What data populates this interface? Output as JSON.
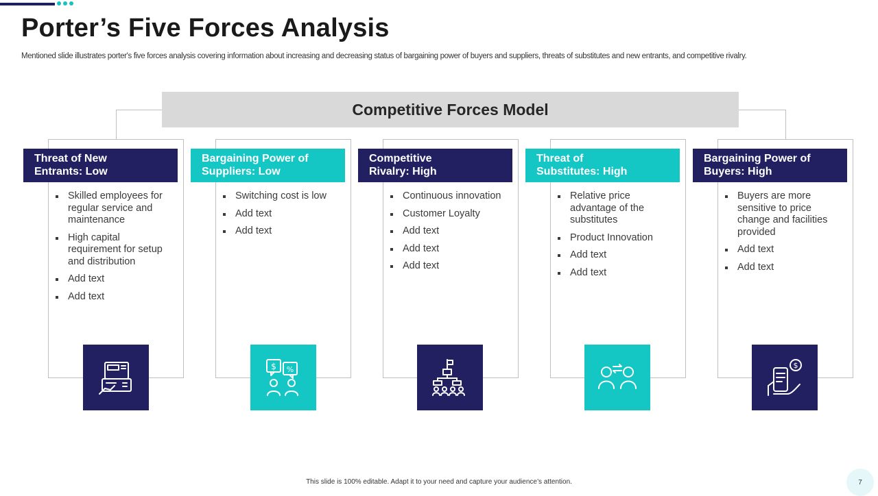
{
  "title": "Porter’s Five Forces Analysis",
  "subtitle": "Mentioned slide illustrates porter's five forces analysis covering information about increasing and decreasing status of bargaining power of buyers and suppliers, threats of substitutes and new entrants, and competitive rivalry.",
  "model_header": "Competitive Forces Model",
  "colors": {
    "navy": "#222060",
    "teal": "#14c6c4",
    "header_gray": "#d9d9d9"
  },
  "forces": [
    {
      "title_line1": "Threat of New",
      "title_line2": "Entrants: Low",
      "theme": "navy",
      "icon": "pos-terminal-icon",
      "bullets": [
        "Skilled employees for regular service and maintenance",
        "High capital requirement for setup and distribution",
        "Add text",
        "Add text"
      ]
    },
    {
      "title_line1": "Bargaining Power of",
      "title_line2": "Suppliers: Low",
      "theme": "teal",
      "icon": "negotiation-icon",
      "bullets": [
        "Switching cost is low",
        "Add text",
        "Add text"
      ]
    },
    {
      "title_line1": "Competitive",
      "title_line2": "Rivalry: High",
      "theme": "navy",
      "icon": "organization-hierarchy-icon",
      "bullets": [
        "Continuous innovation",
        "Customer Loyalty",
        "Add text",
        "Add text",
        "Add text"
      ]
    },
    {
      "title_line1": "Threat of",
      "title_line2": "Substitutes: High",
      "theme": "teal",
      "icon": "people-exchange-icon",
      "bullets": [
        "Relative price advantage of the substitutes",
        "Product Innovation",
        "Add text",
        "Add text"
      ]
    },
    {
      "title_line1": "Bargaining Power of",
      "title_line2": "Buyers: High",
      "theme": "navy",
      "icon": "mobile-payment-icon",
      "bullets": [
        "Buyers are more sensitive to price change and facilities provided",
        "Add text",
        "Add text"
      ]
    }
  ],
  "footer": "This slide is 100% editable.  Adapt it to your need and capture your audience’s attention.",
  "page_number": "7"
}
